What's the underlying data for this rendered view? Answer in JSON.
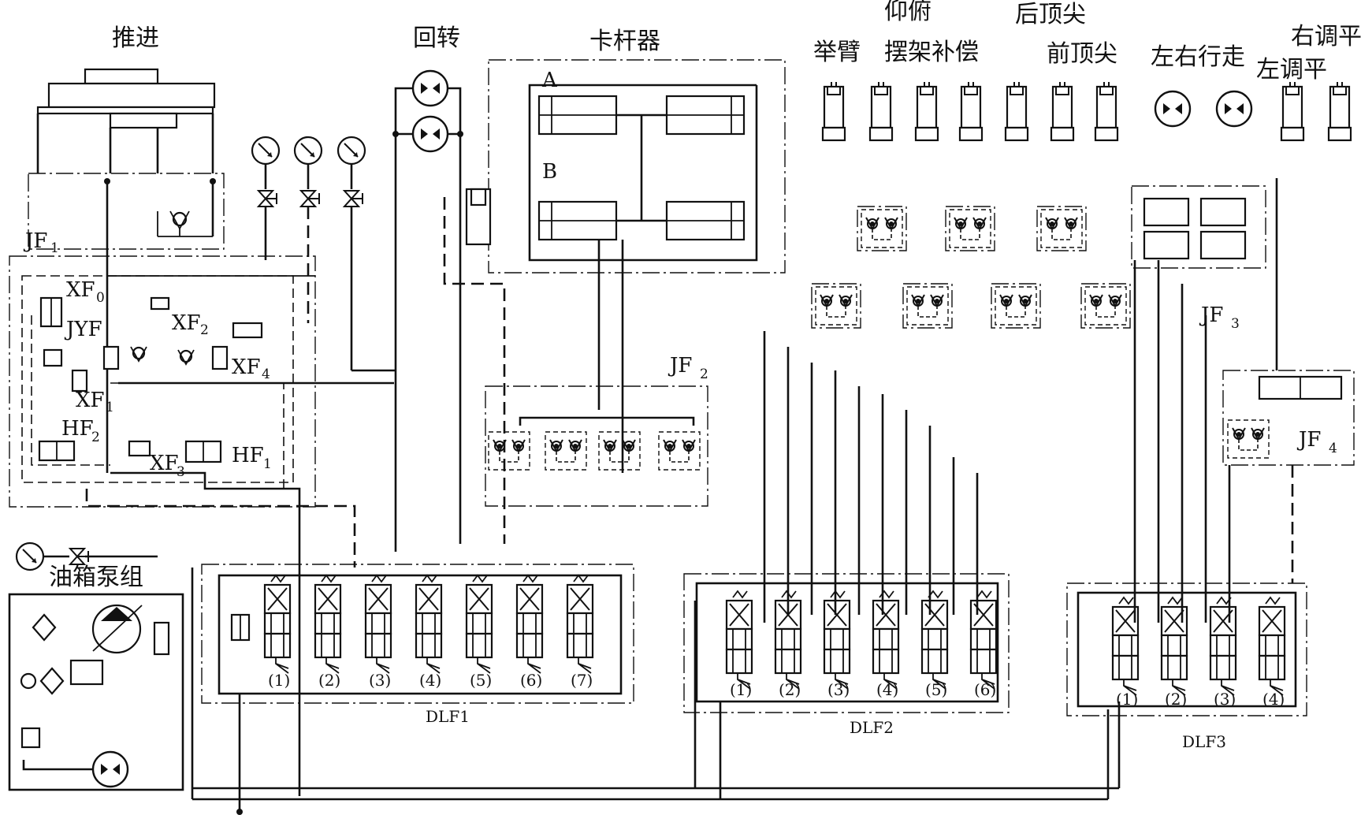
{
  "title_labels": {
    "tuijin": "推进",
    "huizhuan": "回转",
    "kaganqi": "卡杆器",
    "jubi": "举臂",
    "yangfu": "仰俯",
    "baijia_buchang": "摆架补偿",
    "houdingjian": "后顶尖",
    "qiandingjian": "前顶尖",
    "zuoyou_xingzou": "左右行走",
    "youtiaoping": "右调平",
    "zuotiaoping": "左调平",
    "youxiang_bengzu": "油箱泵组"
  },
  "clamp_labels": {
    "a": "A",
    "b": "B"
  },
  "valve_labels": {
    "jf1": {
      "main": "JF",
      "sub": "1"
    },
    "jf2": {
      "main": "JF",
      "sub": "2"
    },
    "jf3": {
      "main": "JF",
      "sub": "3"
    },
    "jf4": {
      "main": "JF",
      "sub": "4"
    },
    "xf0": {
      "main": "XF",
      "sub": "0"
    },
    "xf1": {
      "main": "XF",
      "sub": "1"
    },
    "xf2": {
      "main": "XF",
      "sub": "2"
    },
    "xf3": {
      "main": "XF",
      "sub": "3"
    },
    "xf4": {
      "main": "XF",
      "sub": "4"
    },
    "hf1": {
      "main": "HF",
      "sub": "1"
    },
    "hf2": {
      "main": "HF",
      "sub": "2"
    },
    "jyf": "JYF"
  },
  "valve_banks": {
    "dlf1": {
      "label": "DLF1",
      "sections": [
        "(1)",
        "(2)",
        "(3)",
        "(4)",
        "(5)",
        "(6)",
        "(7)"
      ]
    },
    "dlf2": {
      "label": "DLF2",
      "sections": [
        "(1)",
        "(2)",
        "(3)",
        "(4)",
        "(5)",
        "(6)"
      ]
    },
    "dlf3": {
      "label": "DLF3",
      "sections": [
        "(1)",
        "(2)",
        "(3)",
        "(4)"
      ]
    }
  }
}
